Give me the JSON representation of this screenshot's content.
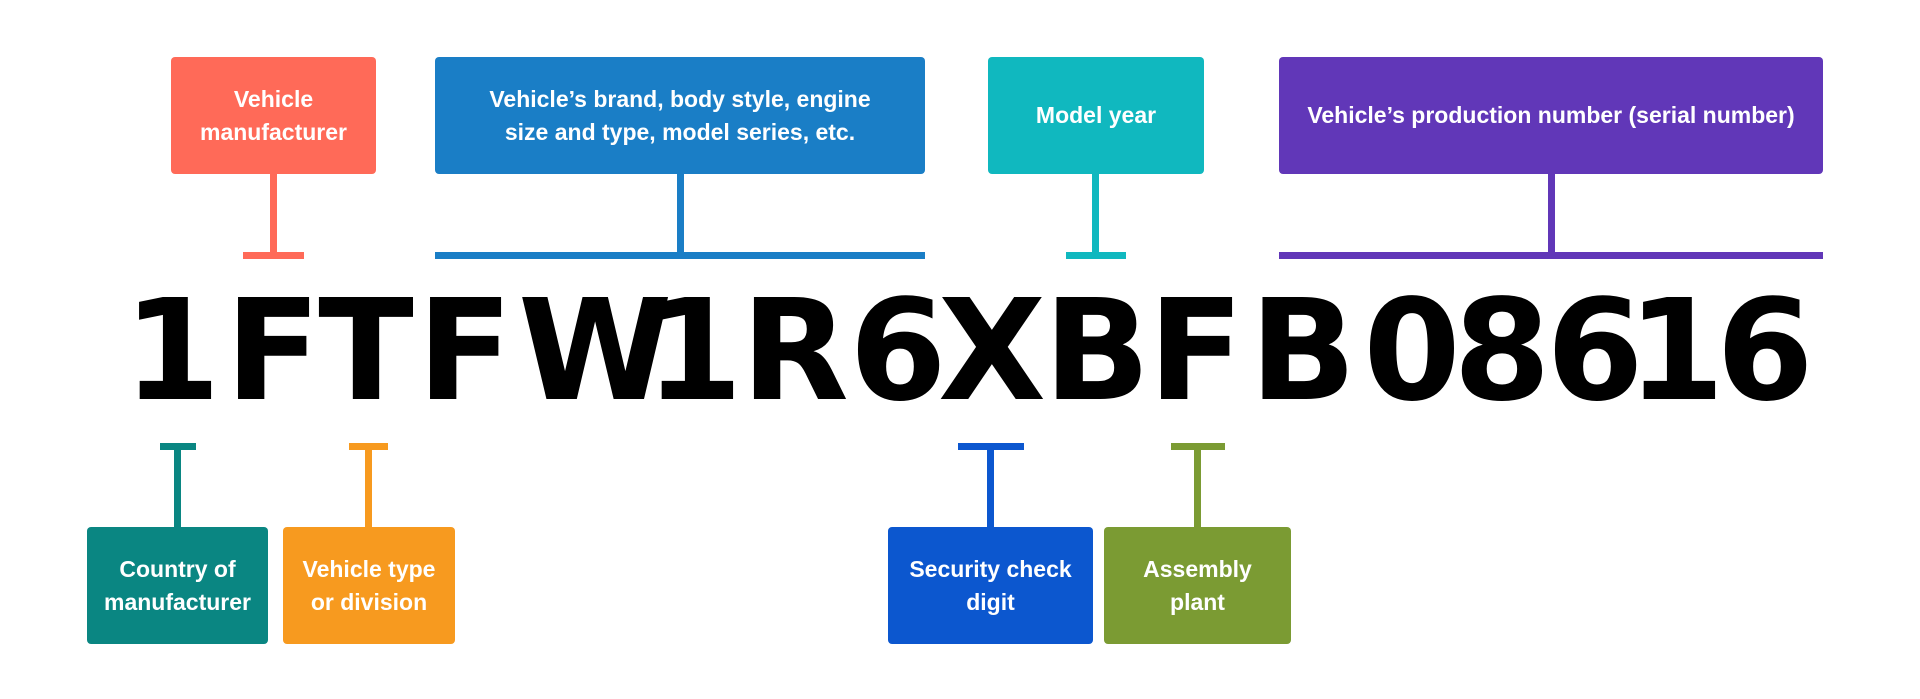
{
  "vin": {
    "characters": [
      "1",
      "F",
      "T",
      "F",
      "W",
      "1",
      "R",
      "6",
      "X",
      "B",
      "F",
      "B",
      "0",
      "8",
      "6",
      "1",
      "6"
    ]
  },
  "labels": {
    "manufacturer": "Vehicle\nmanufacturer",
    "brand_details": "Vehicle’s brand, body style, engine\nsize and type, model series, etc.",
    "model_year": "Model year",
    "production_number": "Vehicle’s production number (serial number)",
    "country": "Country of\nmanufacturer",
    "vehicle_type": "Vehicle type\nor division",
    "security_check": "Security check\ndigit",
    "assembly_plant": "Assembly\nplant"
  },
  "colors": {
    "manufacturer": "#FF6A58",
    "brand_details": "#1A7EC6",
    "model_year": "#10B8BF",
    "production_number": "#6137B8",
    "country": "#0A8682",
    "vehicle_type": "#F79A1F",
    "security_check": "#0C57CF",
    "assembly_plant": "#7B9B33"
  }
}
